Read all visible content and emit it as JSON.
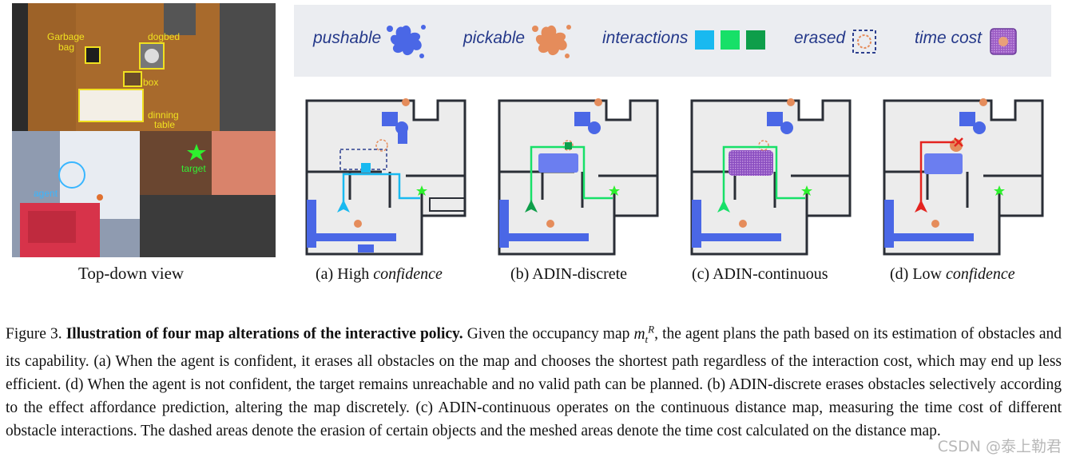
{
  "topdown": {
    "caption": "Top-down view",
    "labels": {
      "garbage_bag_line1": "Garbage",
      "garbage_bag_line2": "bag",
      "dogbed": "dogbed",
      "box": "box",
      "table_line1": "dinning",
      "table_line2": "table",
      "agent": "agent",
      "target": "target"
    }
  },
  "legend": {
    "pushable": "pushable",
    "pickable": "pickable",
    "interactions": "interactions",
    "erased": "erased",
    "time_cost": "time cost",
    "colors": {
      "pushable": "#4a67e6",
      "pickable": "#e58c5b",
      "interaction_1": "#19b9f0",
      "interaction_2": "#17e068",
      "interaction_3": "#0e9e4a",
      "time_cost": "#9b5bc4"
    }
  },
  "panels": [
    {
      "id": "a",
      "prefix": "(a) High ",
      "emph": "confidence"
    },
    {
      "id": "b",
      "prefix": "(b) ADIN-discrete",
      "emph": ""
    },
    {
      "id": "c",
      "prefix": "(c) ADIN-continuous",
      "emph": ""
    },
    {
      "id": "d",
      "prefix": "(d) Low ",
      "emph": "confidence"
    }
  ],
  "figure_caption": {
    "label": "Figure 3.",
    "bold": "Illustration of four map alterations of the interactive policy.",
    "part1": "Given the occupancy map",
    "var_base": "m",
    "var_sub": "t",
    "var_sup": "R",
    "part2": ", the agent plans the path based on its estimation of obstacles and its capability. (a) When the agent is confident, it erases all obstacles on the map and chooses the shortest path regardless of the interaction cost, which may end up less efficient. (d) When the agent is not confident, the target remains unreachable and no valid path can be planned. (b) ADIN-discrete erases obstacles selectively according to the effect affordance prediction, altering the map discretely. (c) ADIN-continuous operates on the continuous distance map, measuring the time cost of different obstacle interactions. The dashed areas denote the erasion of certain objects and the meshed areas denote the time cost calculated on the distance map."
  },
  "watermark": "CSDN @泰上勒君"
}
